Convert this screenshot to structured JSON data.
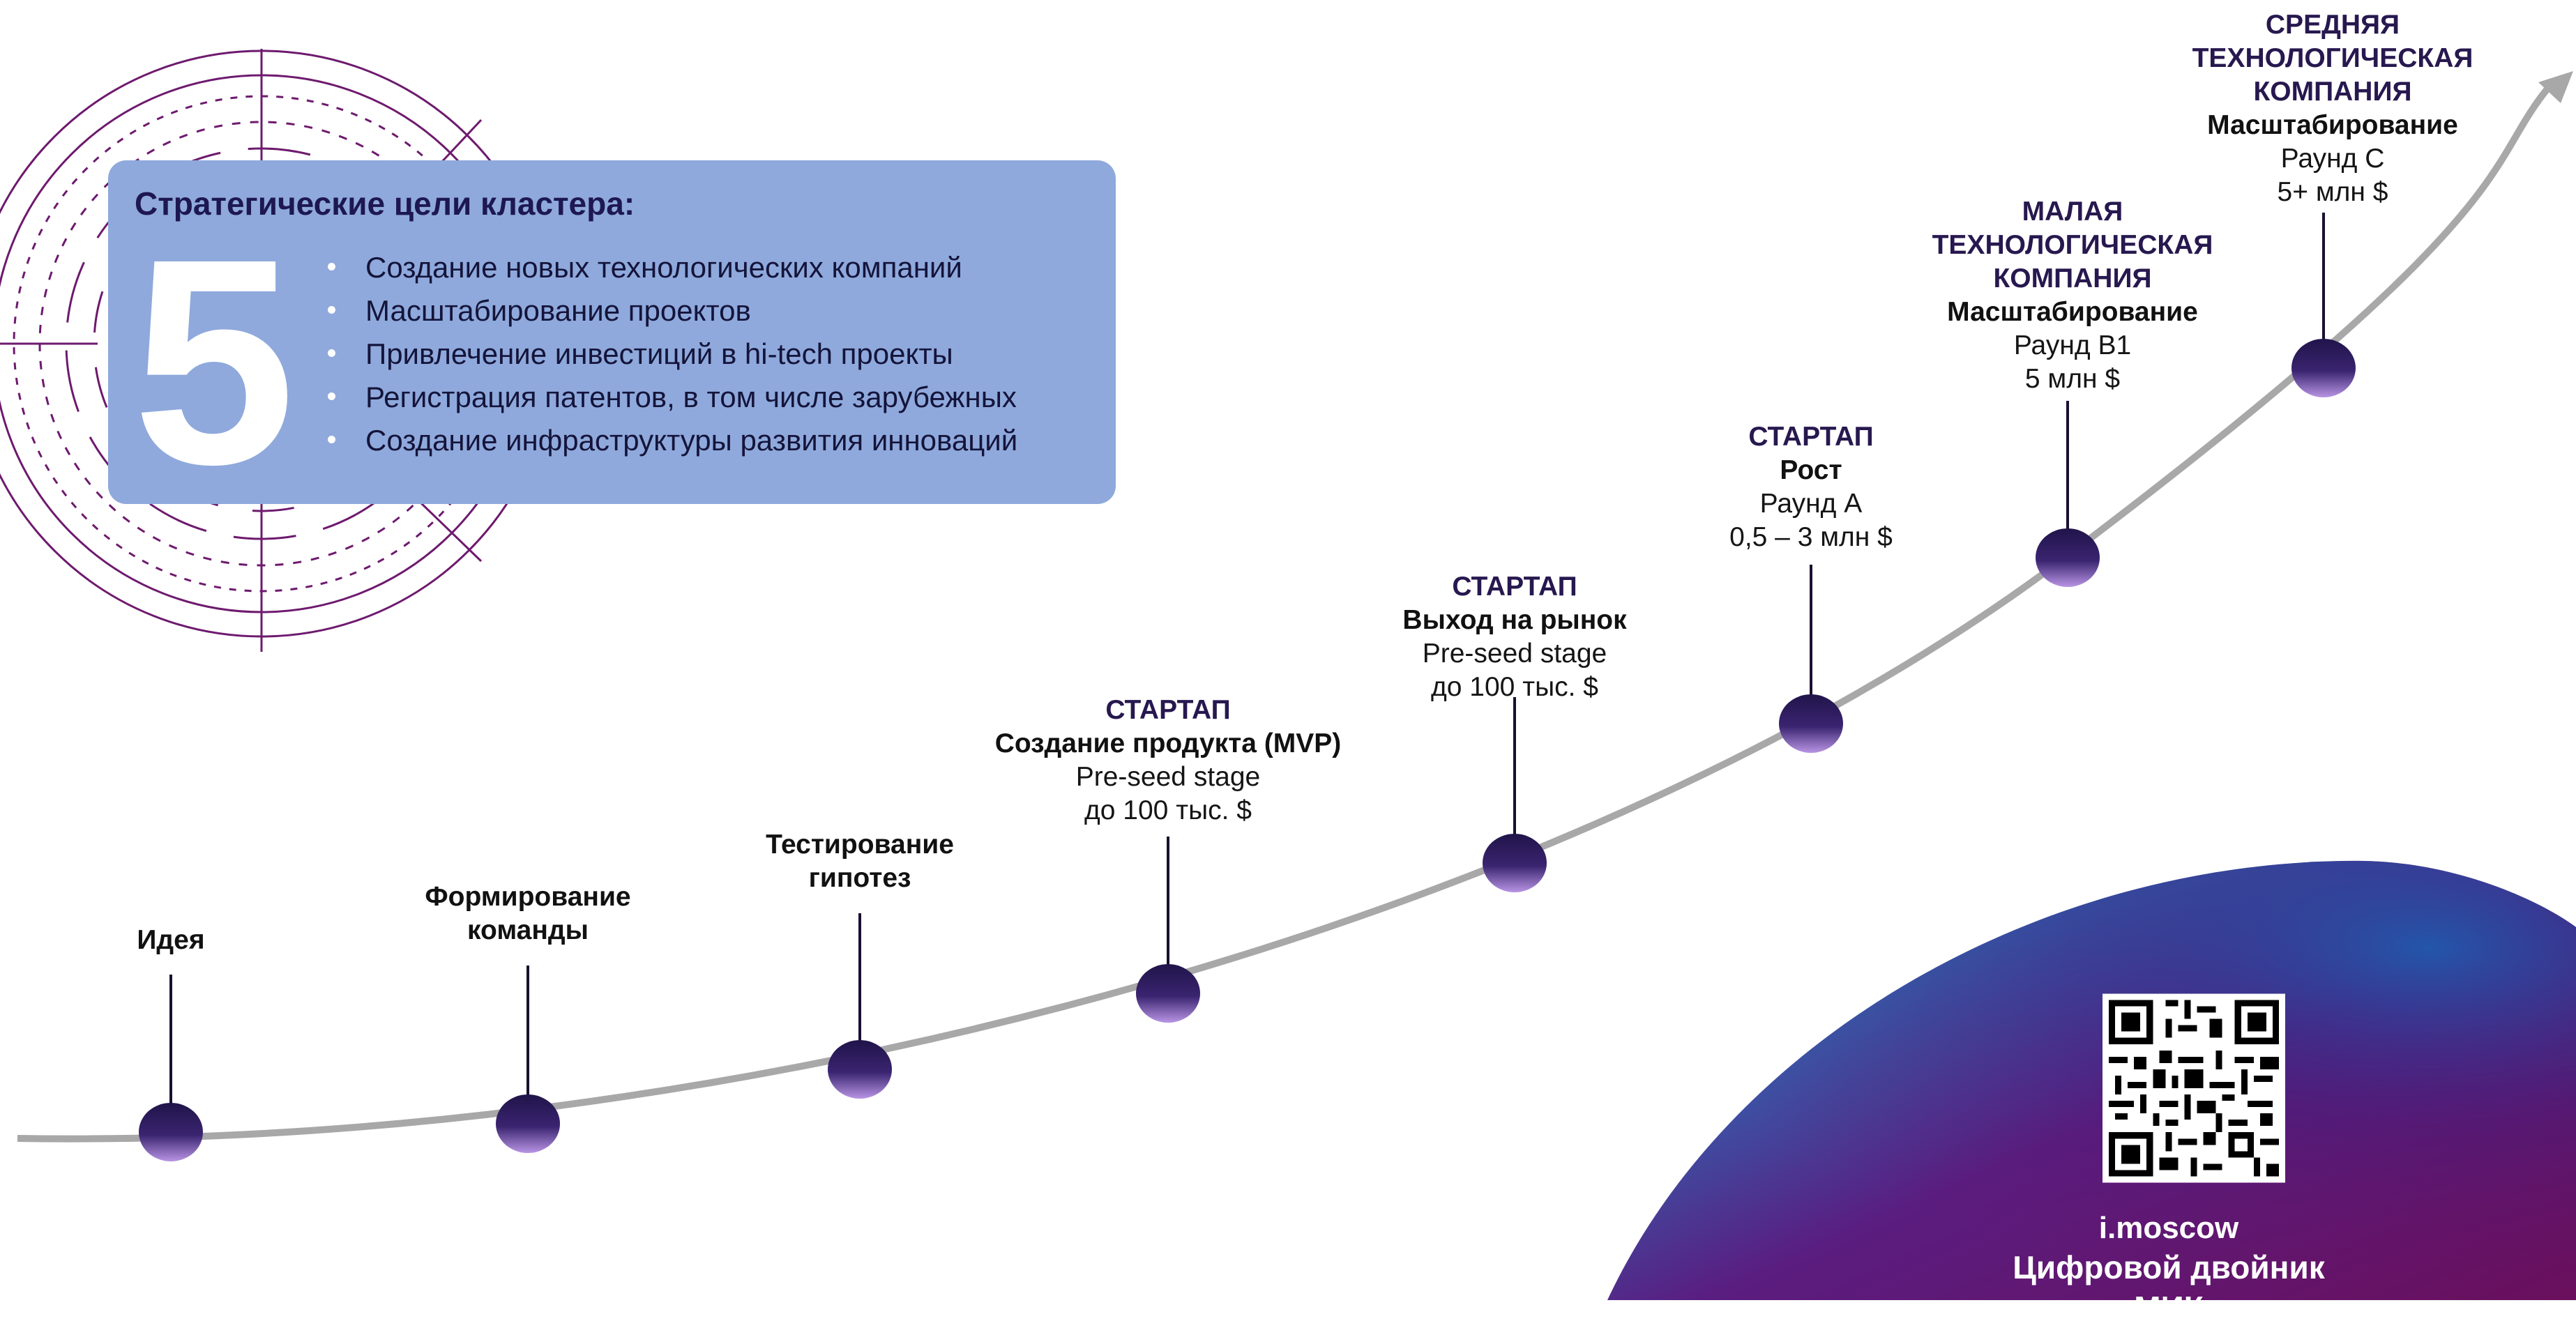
{
  "goals": {
    "title": "Стратегические цели кластера:",
    "count": "5",
    "items": [
      "Создание новых технологических компаний",
      "Масштабирование проектов",
      "Привлечение инвестиций в hi-tech проекты",
      "Регистрация патентов, в том числе зарубежных",
      "Создание инфраструктуры развития инноваций"
    ]
  },
  "stages": [
    {
      "label": "Идея"
    },
    {
      "label": "Формирование команды"
    },
    {
      "label": "Тестирование гипотез"
    },
    {
      "category": "СТАРТАП",
      "phase": "Создание продукта (MVP)",
      "round": "Pre-seed stage",
      "amount": "до 100 тыс. $"
    },
    {
      "category": "СТАРТАП",
      "phase": "Выход на рынок",
      "round": "Pre-seed stage",
      "amount": "до 100 тыс. $"
    },
    {
      "category": "СТАРТАП",
      "phase": "Рост",
      "round": "Раунд А",
      "amount": "0,5 – 3 млн $"
    },
    {
      "category": "МАЛАЯ ТЕХНОЛОГИЧЕСКАЯ КОМПАНИЯ",
      "phase": "Масштабирование",
      "round": "Раунд В1",
      "amount": "5 млн $"
    },
    {
      "category": "СРЕДНЯЯ ТЕХНОЛОГИЧЕСКАЯ КОМПАНИЯ",
      "phase": "Масштабирование",
      "round": "Раунд С",
      "amount": "5+ млн $"
    }
  ],
  "footer": {
    "site": "i.moscow",
    "caption": "Цифровой двойник МИК"
  },
  "colors": {
    "panel": "#8fa9dc",
    "node_top": "#22154a",
    "node_bottom": "#b58fe0",
    "curve": "#a8a8a8",
    "accent_purple": "#6b1468",
    "accent_blue": "#2c5fb0"
  }
}
